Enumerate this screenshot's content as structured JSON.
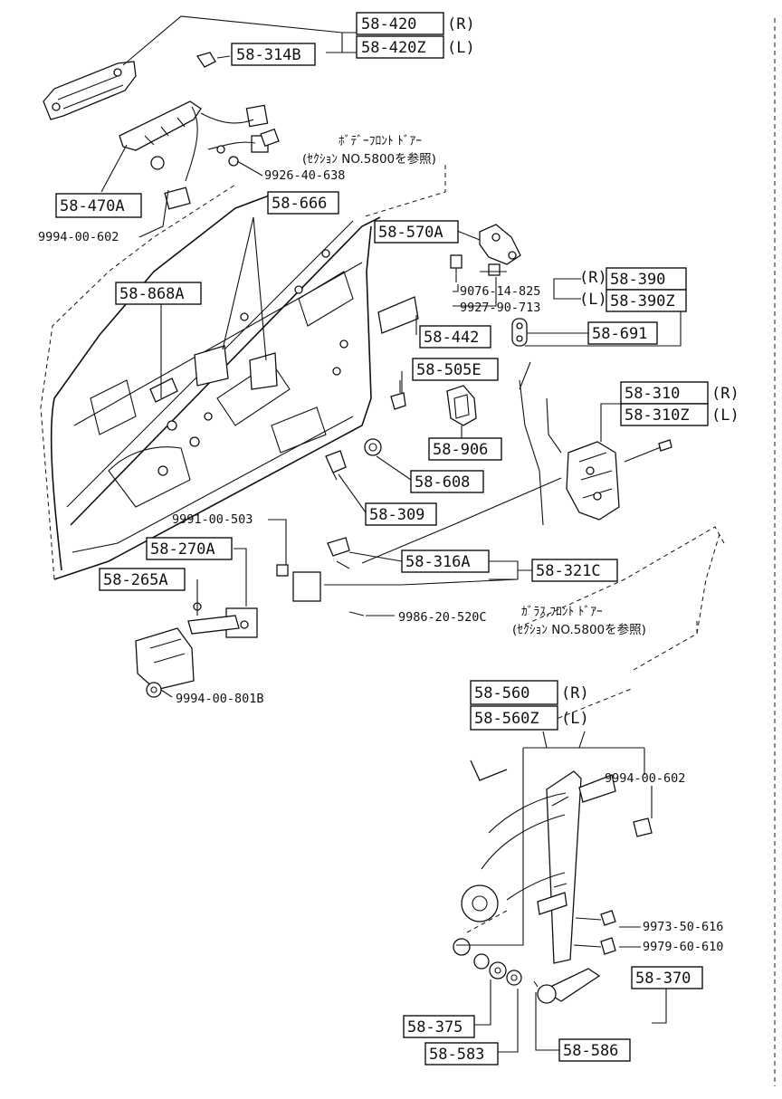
{
  "labels": {
    "p58_420": "58-420",
    "p58_420_r": "(R)",
    "p58_420z": "58-420Z",
    "p58_420z_l": "(L)",
    "p58_314b": "58-314B",
    "p58_470a": "58-470A",
    "p9994_00_602_a": "9994-00-602",
    "p9926_40_638": "9926-40-638",
    "note_body": "ﾎﾞﾃﾞｰﾌﾛﾝﾄ ﾄﾞｱｰ",
    "note_body_ref": "(ｾｸｼｮﾝ NO.5800を参照)",
    "p58_666": "58-666",
    "p58_570a": "58-570A",
    "p58_868a": "58-868A",
    "p9076_14_825": "9076-14-825",
    "p9927_90_713": "9927-90-713",
    "p58_390": "58-390",
    "p58_390_r": "(R)",
    "p58_390z": "58-390Z",
    "p58_390z_l": "(L)",
    "p58_442": "58-442",
    "p58_691": "58-691",
    "p58_505e": "58-505E",
    "p58_310": "58-310",
    "p58_310_r": "(R)",
    "p58_310z": "58-310Z",
    "p58_310z_l": "(L)",
    "p58_906": "58-906",
    "p58_608": "58-608",
    "p58_309": "58-309",
    "p9991_00_503": "9991-00-503",
    "p58_270a": "58-270A",
    "p58_265a": "58-265A",
    "p58_316a": "58-316A",
    "p58_321c": "58-321C",
    "p9986_20_520c": "9986-20-520C",
    "note_glass": "ｶﾞﾗｽ,ﾌﾛﾝﾄ ﾄﾞｱｰ",
    "note_glass_ref": "(ｾｸｼｮﾝ NO.5800を参照)",
    "p9994_00_801b": "9994-00-801B",
    "p58_560": "58-560",
    "p58_560_r": "(R)",
    "p58_560z": "58-560Z",
    "p58_560z_l": "(L)",
    "p9994_00_602_b": "9994-00-602",
    "p9973_50_616": "9973-50-616",
    "p9979_60_610": "9979-60-610",
    "p58_370": "58-370",
    "p58_375": "58-375",
    "p58_583": "58-583",
    "p58_586": "58-586"
  }
}
